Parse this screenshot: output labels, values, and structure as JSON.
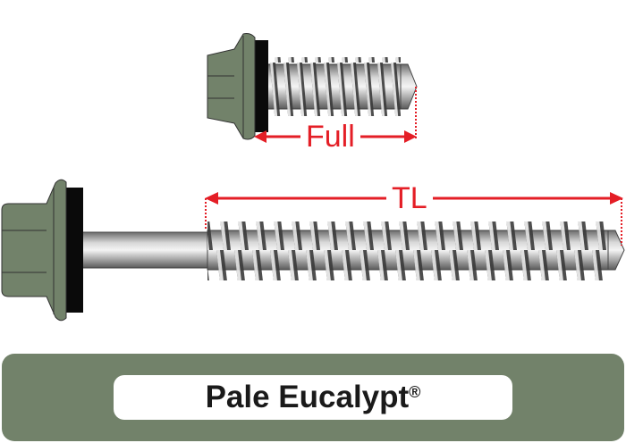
{
  "dimensions": {
    "full_label": "Full",
    "tl_label": "TL"
  },
  "product": {
    "color_name": "Pale Eucalypt",
    "registered_mark": "®"
  },
  "colors": {
    "head": "#72826a",
    "washer": "#0a0a0a",
    "dimension": "#e41e26",
    "banner": "#72826a"
  }
}
